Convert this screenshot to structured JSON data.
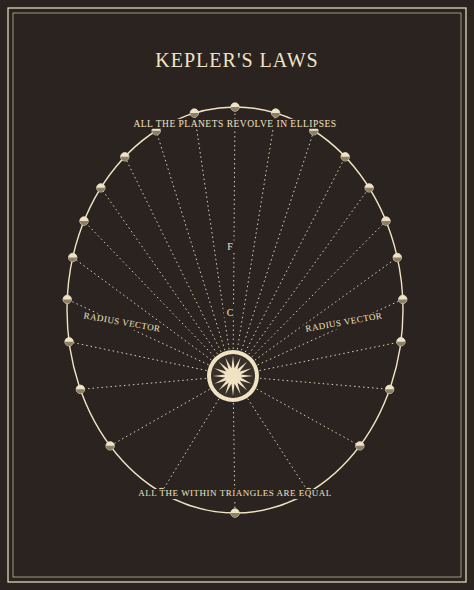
{
  "diagram": {
    "title": "KEPLER'S LAWS",
    "labels": [
      "ALL THE PLANETS REVOLVE IN ELLIPSES",
      "F",
      "C",
      "RADIUS VECTOR",
      "RADIUS VECTOR",
      "ALL THE WITHIN TRIANGLES ARE EQUAL"
    ]
  }
}
